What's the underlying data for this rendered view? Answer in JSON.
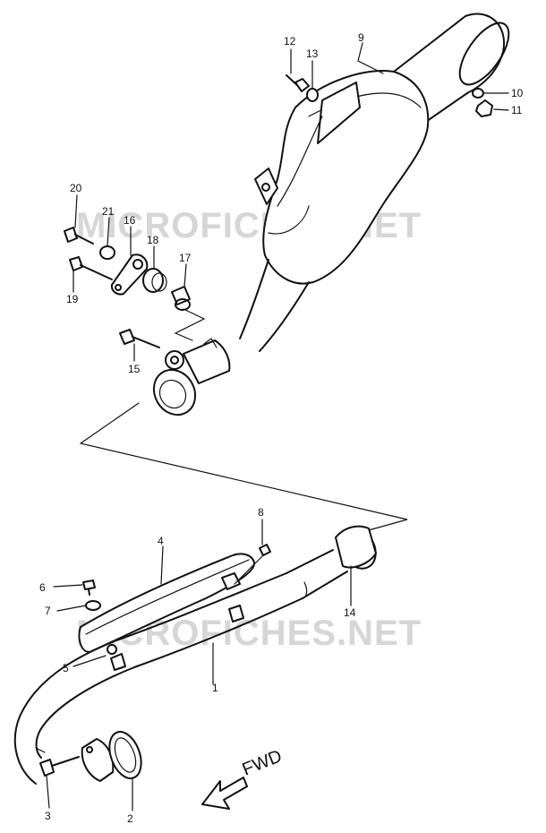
{
  "watermark": {
    "text": "MICROFICHES.NET"
  },
  "direction": {
    "label": "FWD"
  },
  "parts": [
    {
      "id": "p1",
      "label": "1"
    },
    {
      "id": "p2",
      "label": "2"
    },
    {
      "id": "p3",
      "label": "3"
    },
    {
      "id": "p4",
      "label": "4"
    },
    {
      "id": "p5",
      "label": "5"
    },
    {
      "id": "p6",
      "label": "6"
    },
    {
      "id": "p7",
      "label": "7"
    },
    {
      "id": "p8",
      "label": "8"
    },
    {
      "id": "p9",
      "label": "9"
    },
    {
      "id": "p10",
      "label": "10"
    },
    {
      "id": "p11",
      "label": "11"
    },
    {
      "id": "p12",
      "label": "12"
    },
    {
      "id": "p13",
      "label": "13"
    },
    {
      "id": "p14",
      "label": "14"
    },
    {
      "id": "p15",
      "label": "15"
    },
    {
      "id": "p16",
      "label": "16"
    },
    {
      "id": "p17",
      "label": "17"
    },
    {
      "id": "p18",
      "label": "18"
    },
    {
      "id": "p19",
      "label": "19"
    },
    {
      "id": "p20",
      "label": "20"
    },
    {
      "id": "p21",
      "label": "21"
    }
  ]
}
